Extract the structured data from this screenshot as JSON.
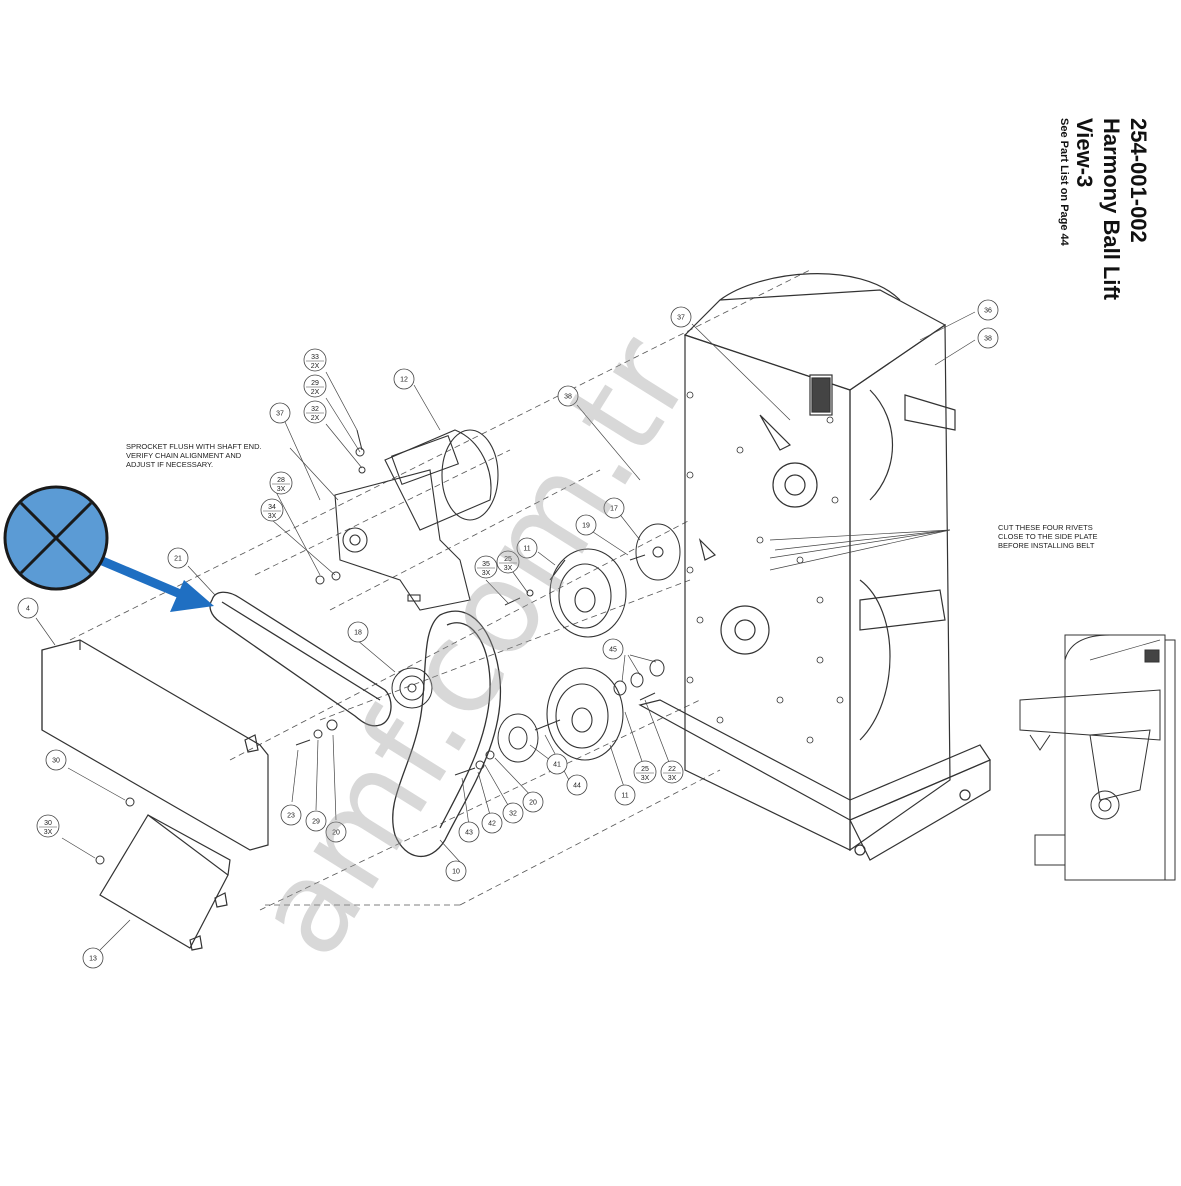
{
  "title": {
    "part_number": "254-001-002",
    "name": "Harmony Ball Lift",
    "view": "View-3",
    "note": "See Part List on Page 44"
  },
  "callouts": {
    "sprocket_note": [
      "SPROCKET FLUSH WITH SHAFT END.",
      "VERIFY CHAIN ALIGNMENT AND",
      "ADJUST IF NECESSARY."
    ],
    "rivet_note": [
      "CUT THESE FOUR RIVETS",
      "CLOSE TO THE SIDE PLATE",
      "BEFORE INSTALLING BELT"
    ]
  },
  "watermark": "amf.com.tr",
  "colors": {
    "marker_fill": "#5b9bd5",
    "marker_stroke": "#1a1a1a",
    "arrow": "#1f6fc2",
    "line": "#333333"
  },
  "marker_icon": "x-circle-icon",
  "labels": [
    {
      "id": "p33",
      "num": "33",
      "qty": "2X"
    },
    {
      "id": "p29a",
      "num": "29",
      "qty": "2X"
    },
    {
      "id": "p32a",
      "num": "32",
      "qty": "2X"
    },
    {
      "id": "p12",
      "num": "12",
      "qty": ""
    },
    {
      "id": "p37a",
      "num": "37",
      "qty": ""
    },
    {
      "id": "p28",
      "num": "28",
      "qty": "3X"
    },
    {
      "id": "p34",
      "num": "34",
      "qty": "3X"
    },
    {
      "id": "p21",
      "num": "21",
      "qty": ""
    },
    {
      "id": "p4",
      "num": "4",
      "qty": ""
    },
    {
      "id": "p18",
      "num": "18",
      "qty": ""
    },
    {
      "id": "p30a",
      "num": "30",
      "qty": ""
    },
    {
      "id": "p30b",
      "num": "30",
      "qty": "3X"
    },
    {
      "id": "p23",
      "num": "23",
      "qty": ""
    },
    {
      "id": "p29b",
      "num": "29",
      "qty": ""
    },
    {
      "id": "p20a",
      "num": "20",
      "qty": ""
    },
    {
      "id": "p13",
      "num": "13",
      "qty": ""
    },
    {
      "id": "p35",
      "num": "35",
      "qty": "3X"
    },
    {
      "id": "p25a",
      "num": "25",
      "qty": "3X"
    },
    {
      "id": "p11a",
      "num": "11",
      "qty": ""
    },
    {
      "id": "p19",
      "num": "19",
      "qty": ""
    },
    {
      "id": "p17",
      "num": "17",
      "qty": ""
    },
    {
      "id": "p38a",
      "num": "38",
      "qty": ""
    },
    {
      "id": "p37b",
      "num": "37",
      "qty": ""
    },
    {
      "id": "p36",
      "num": "36",
      "qty": ""
    },
    {
      "id": "p38b",
      "num": "38",
      "qty": ""
    },
    {
      "id": "p45",
      "num": "45",
      "qty": ""
    },
    {
      "id": "p41",
      "num": "41",
      "qty": ""
    },
    {
      "id": "p44",
      "num": "44",
      "qty": ""
    },
    {
      "id": "p20b",
      "num": "20",
      "qty": ""
    },
    {
      "id": "p32b",
      "num": "32",
      "qty": ""
    },
    {
      "id": "p42",
      "num": "42",
      "qty": ""
    },
    {
      "id": "p43",
      "num": "43",
      "qty": ""
    },
    {
      "id": "p10",
      "num": "10",
      "qty": ""
    },
    {
      "id": "p11b",
      "num": "11",
      "qty": ""
    },
    {
      "id": "p25b",
      "num": "25",
      "qty": "3X"
    },
    {
      "id": "p22",
      "num": "22",
      "qty": "3X"
    }
  ]
}
